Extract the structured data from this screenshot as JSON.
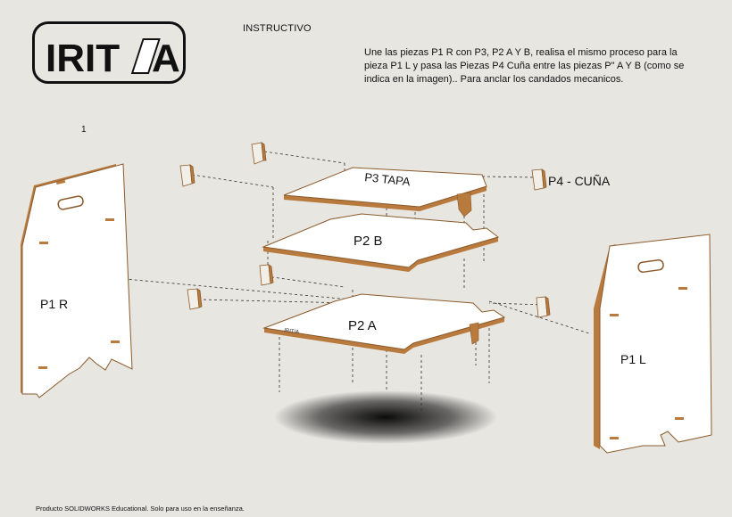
{
  "logo": {
    "text_left": "IRIT",
    "text_right": "A"
  },
  "header": {
    "title": "INSTRUCTIVO"
  },
  "instructions": {
    "text": "Une las piezas P1 R con P3, P2 A Y B, realisa el mismo proceso para la pieza P1 L y pasa las Piezas P4 Cuña entre las piezas P\" A Y B  (como se indica en la imagen).. Para anclar los candados mecanicos."
  },
  "step": {
    "number": "1"
  },
  "parts": {
    "p1r": "P1 R",
    "p1l": "P1 L",
    "p3": "P3 TAPA",
    "p2b": "P2 B",
    "p2a": "P2 A",
    "p4": "P4 - CUÑA",
    "engraving": "IRIT/A"
  },
  "footer": {
    "note": "Producto SOLIDWORKS Educational. Solo para uso en la enseñanza."
  },
  "colors": {
    "board_edge": "#b97a3e",
    "panel_face": "#ffffff",
    "background": "#e8e6e1"
  }
}
